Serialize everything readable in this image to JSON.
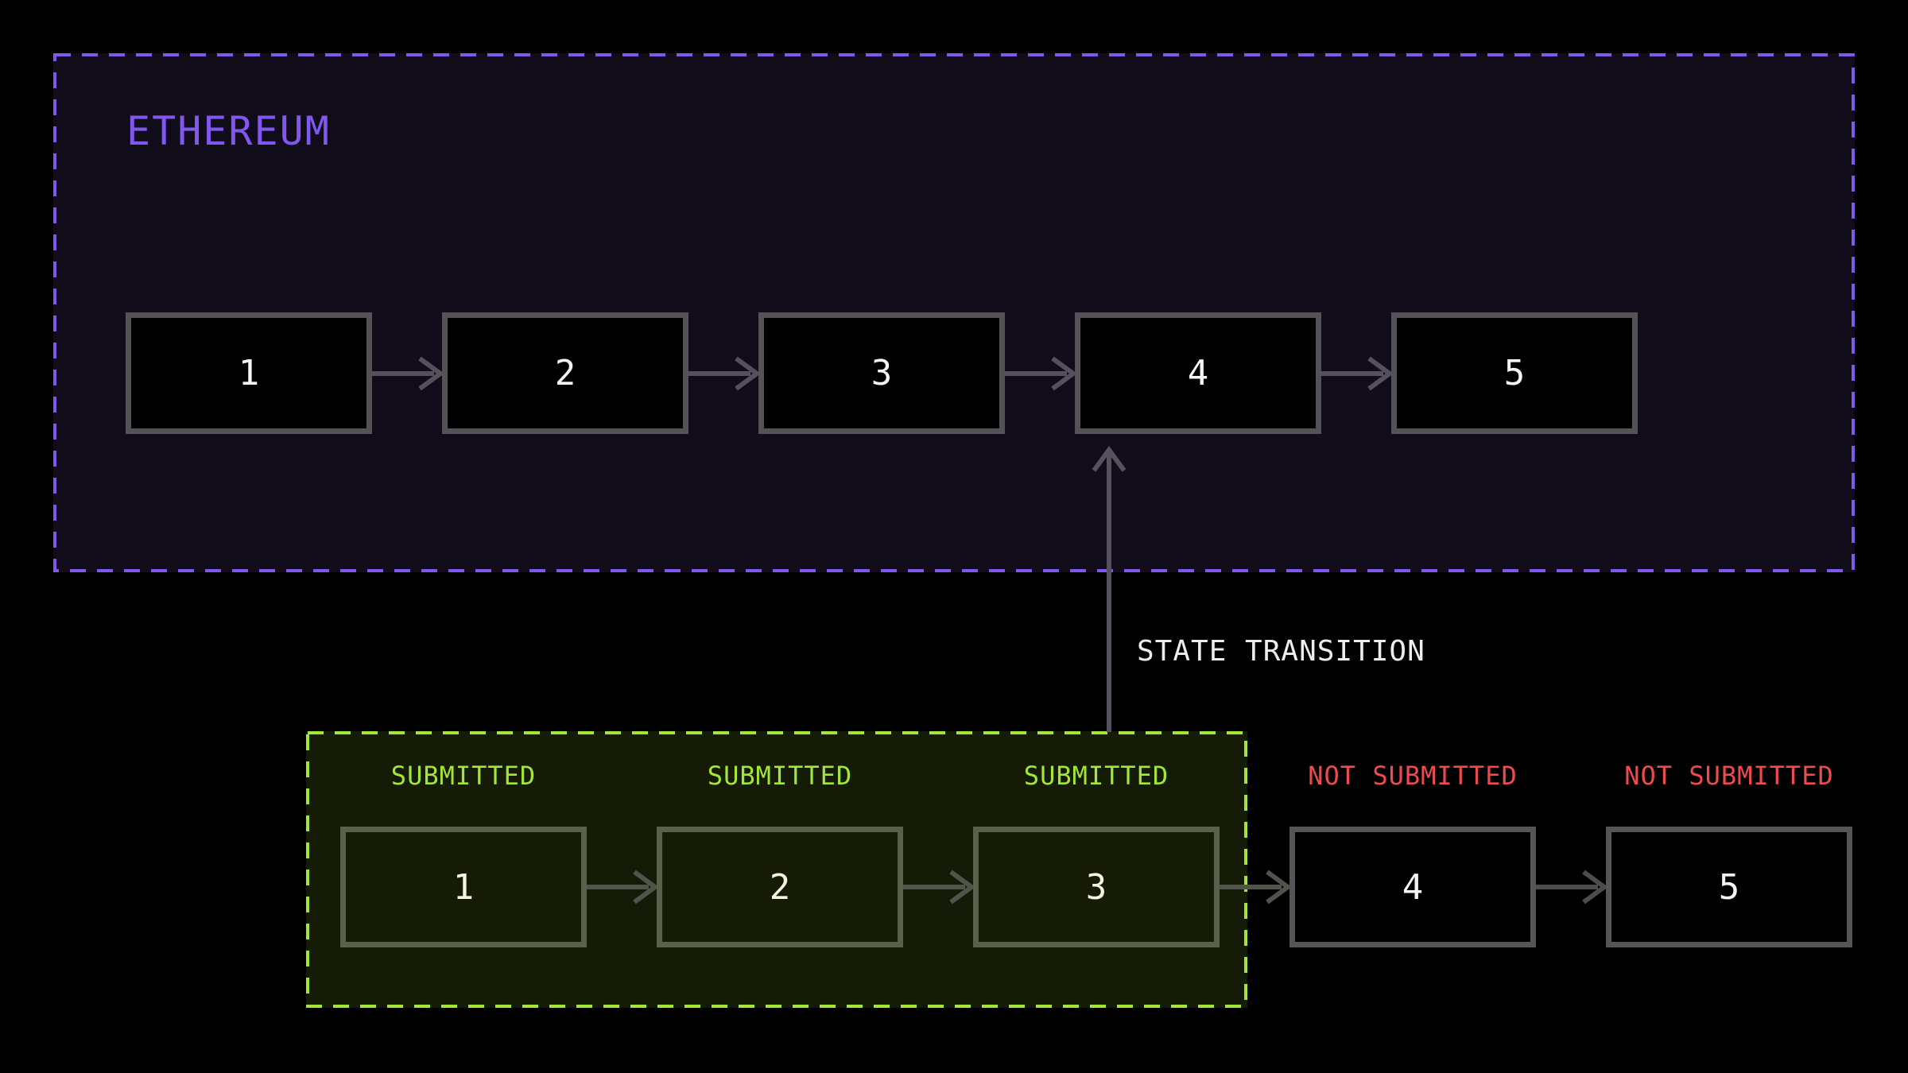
{
  "diagram": {
    "ethereum": {
      "label": "ETHEREUM",
      "blocks": [
        "1",
        "2",
        "3",
        "4",
        "5"
      ]
    },
    "state_transition_label": "STATE TRANSITION",
    "batch": {
      "blocks": [
        {
          "number": "1",
          "status": "SUBMITTED"
        },
        {
          "number": "2",
          "status": "SUBMITTED"
        },
        {
          "number": "3",
          "status": "SUBMITTED"
        },
        {
          "number": "4",
          "status": "NOT SUBMITTED"
        },
        {
          "number": "5",
          "status": "NOT SUBMITTED"
        }
      ]
    },
    "colors": {
      "background": "#000000",
      "ethereum_accent": "#8157f0",
      "ethereum_box_bg": "#100c1a",
      "batch_box_bg": "#151b06",
      "submitted_green": "#a3e635",
      "not_submitted_red": "#f0494e",
      "arrow_gray": "#54515c",
      "block_border_gray": "#545257",
      "state_transition_text": "#ededed"
    }
  }
}
